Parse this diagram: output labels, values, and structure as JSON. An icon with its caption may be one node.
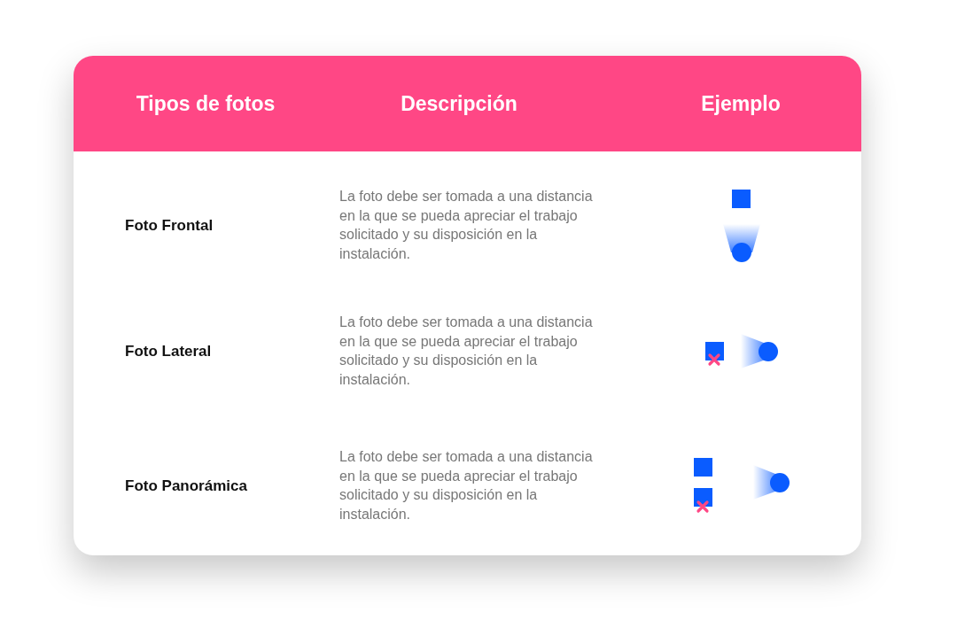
{
  "diagram": {
    "labels": [
      "Tipos de fotos",
      "Descripción",
      "Ejemplo",
      "Foto Frontal",
      "La foto debe ser tomada a una distancia en la que se pueda apreciar el trabajo solicitado y su disposición en la instalación.",
      "Foto Lateral",
      "La foto debe ser tomada a una distancia en la que se pueda apreciar el trabajo solicitado y su disposición en la instalación.",
      "Foto Panorámica",
      "La foto debe ser tomada a una distancia en la que se pueda apreciar el trabajo solicitado y su disposición en la instalación."
    ]
  }
}
